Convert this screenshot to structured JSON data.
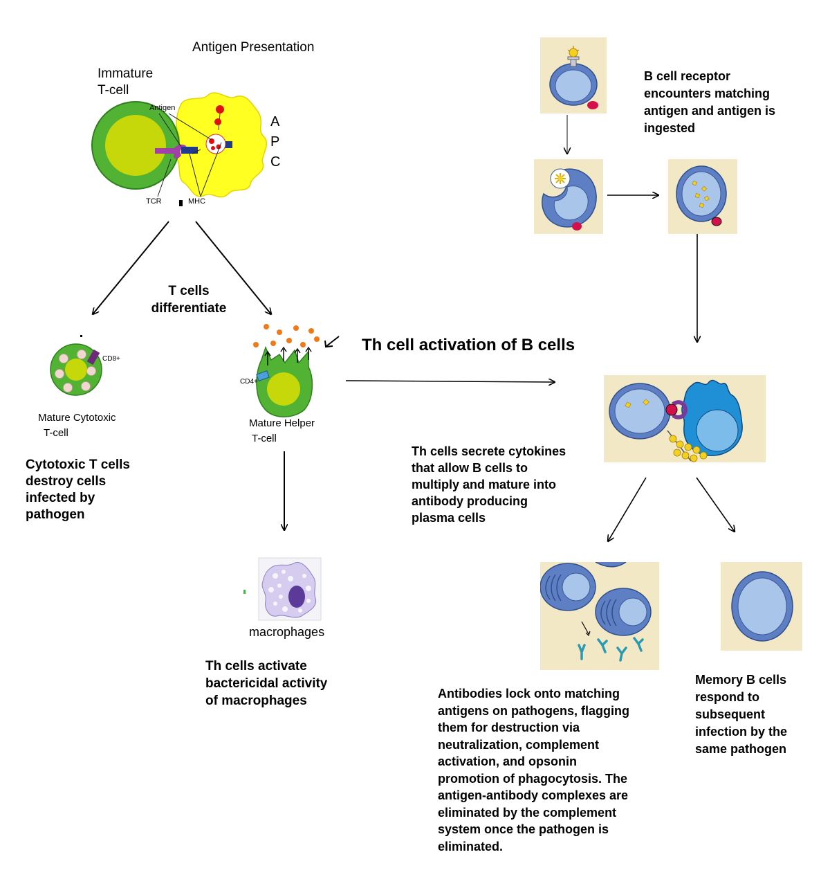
{
  "antigen_presentation": {
    "title": "Antigen Presentation",
    "immature_tcell": [
      "Immature",
      "T-cell"
    ],
    "antigen": "Antigen",
    "apc": [
      "A",
      "P",
      "C"
    ],
    "tcr": "TCR",
    "mhc": "MHC"
  },
  "t_cells_differentiate": [
    "T cells",
    "differentiate"
  ],
  "cytotoxic": {
    "cd8": "CD8+",
    "label": [
      "Mature Cytotoxic",
      "T-cell"
    ],
    "description": [
      "Cytotoxic T cells",
      "destroy cells",
      "infected by",
      "pathogen"
    ]
  },
  "helper": {
    "cd4": "CD4+",
    "label": [
      "Mature Helper",
      "T-cell"
    ]
  },
  "macrophage": {
    "label": "macrophages",
    "description": [
      "Th cells activate",
      "bactericidal activity",
      "of macrophages"
    ]
  },
  "th_activation_title": "Th cell activation of B cells",
  "b_cell_receptor_text": [
    "B cell receptor",
    "encounters matching",
    "antigen and antigen is",
    "ingested"
  ],
  "cytokines_text": [
    "Th cells secrete cytokines",
    "that allow B cells to",
    "multiply and mature into",
    "antibody producing",
    "plasma cells"
  ],
  "antibodies_text": [
    "Antibodies lock onto matching",
    "antigens on pathogens, flagging",
    "them for destruction via",
    "neutralization, complement",
    "activation, and opsonin",
    "promotion of phagocytosis. The",
    "antigen-antibody complexes are",
    "eliminated by the complement",
    "system once the pathogen is",
    "eliminated."
  ],
  "memory_text": [
    "Memory B cells",
    "respond to",
    "subsequent",
    "infection by the",
    "same pathogen"
  ],
  "colors": {
    "panel_bg": "#f3e8c6",
    "bcell_blue": "#5e7fc4",
    "bcell_inner": "#a9c5ea",
    "tcell_green": "#52b234",
    "tcell_inner": "#c7d80a",
    "apc_yellow": "#ffff22",
    "antibody_teal": "#2a9ab3"
  }
}
